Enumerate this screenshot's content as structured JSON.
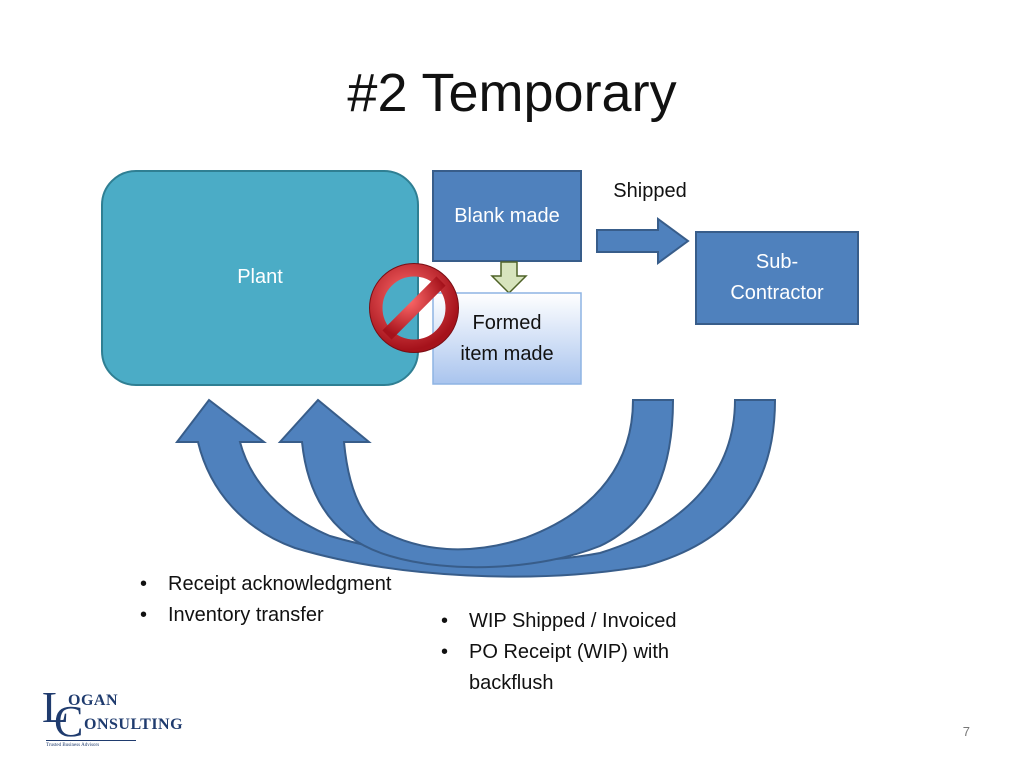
{
  "slide": {
    "title": "#2 Temporary",
    "page_number": "7"
  },
  "diagram": {
    "plant_label": "Plant",
    "blank_label": "Blank made",
    "formed_label_line1": "Formed",
    "formed_label_line2": "item made",
    "subcontractor_label_line1": "Sub-",
    "subcontractor_label_line2": "Contractor",
    "shipped_label": "Shipped",
    "colors": {
      "plant_fill": "#4bacc6",
      "box_fill": "#4f81bd",
      "formed_fill": "#c6d9f1",
      "arrow_fill": "#4f81bd",
      "no_sign": "#c0202a"
    }
  },
  "bullets": {
    "left": [
      "Receipt acknowledgment",
      "Inventory transfer"
    ],
    "right": [
      "WIP Shipped / Invoiced",
      "PO Receipt (WIP) with backflush"
    ]
  },
  "logo": {
    "letter_l": "L",
    "letter_c": "C",
    "word_top": "OGAN",
    "word_bottom": "ONSULTING",
    "tagline": "Trusted Business Advisors"
  }
}
